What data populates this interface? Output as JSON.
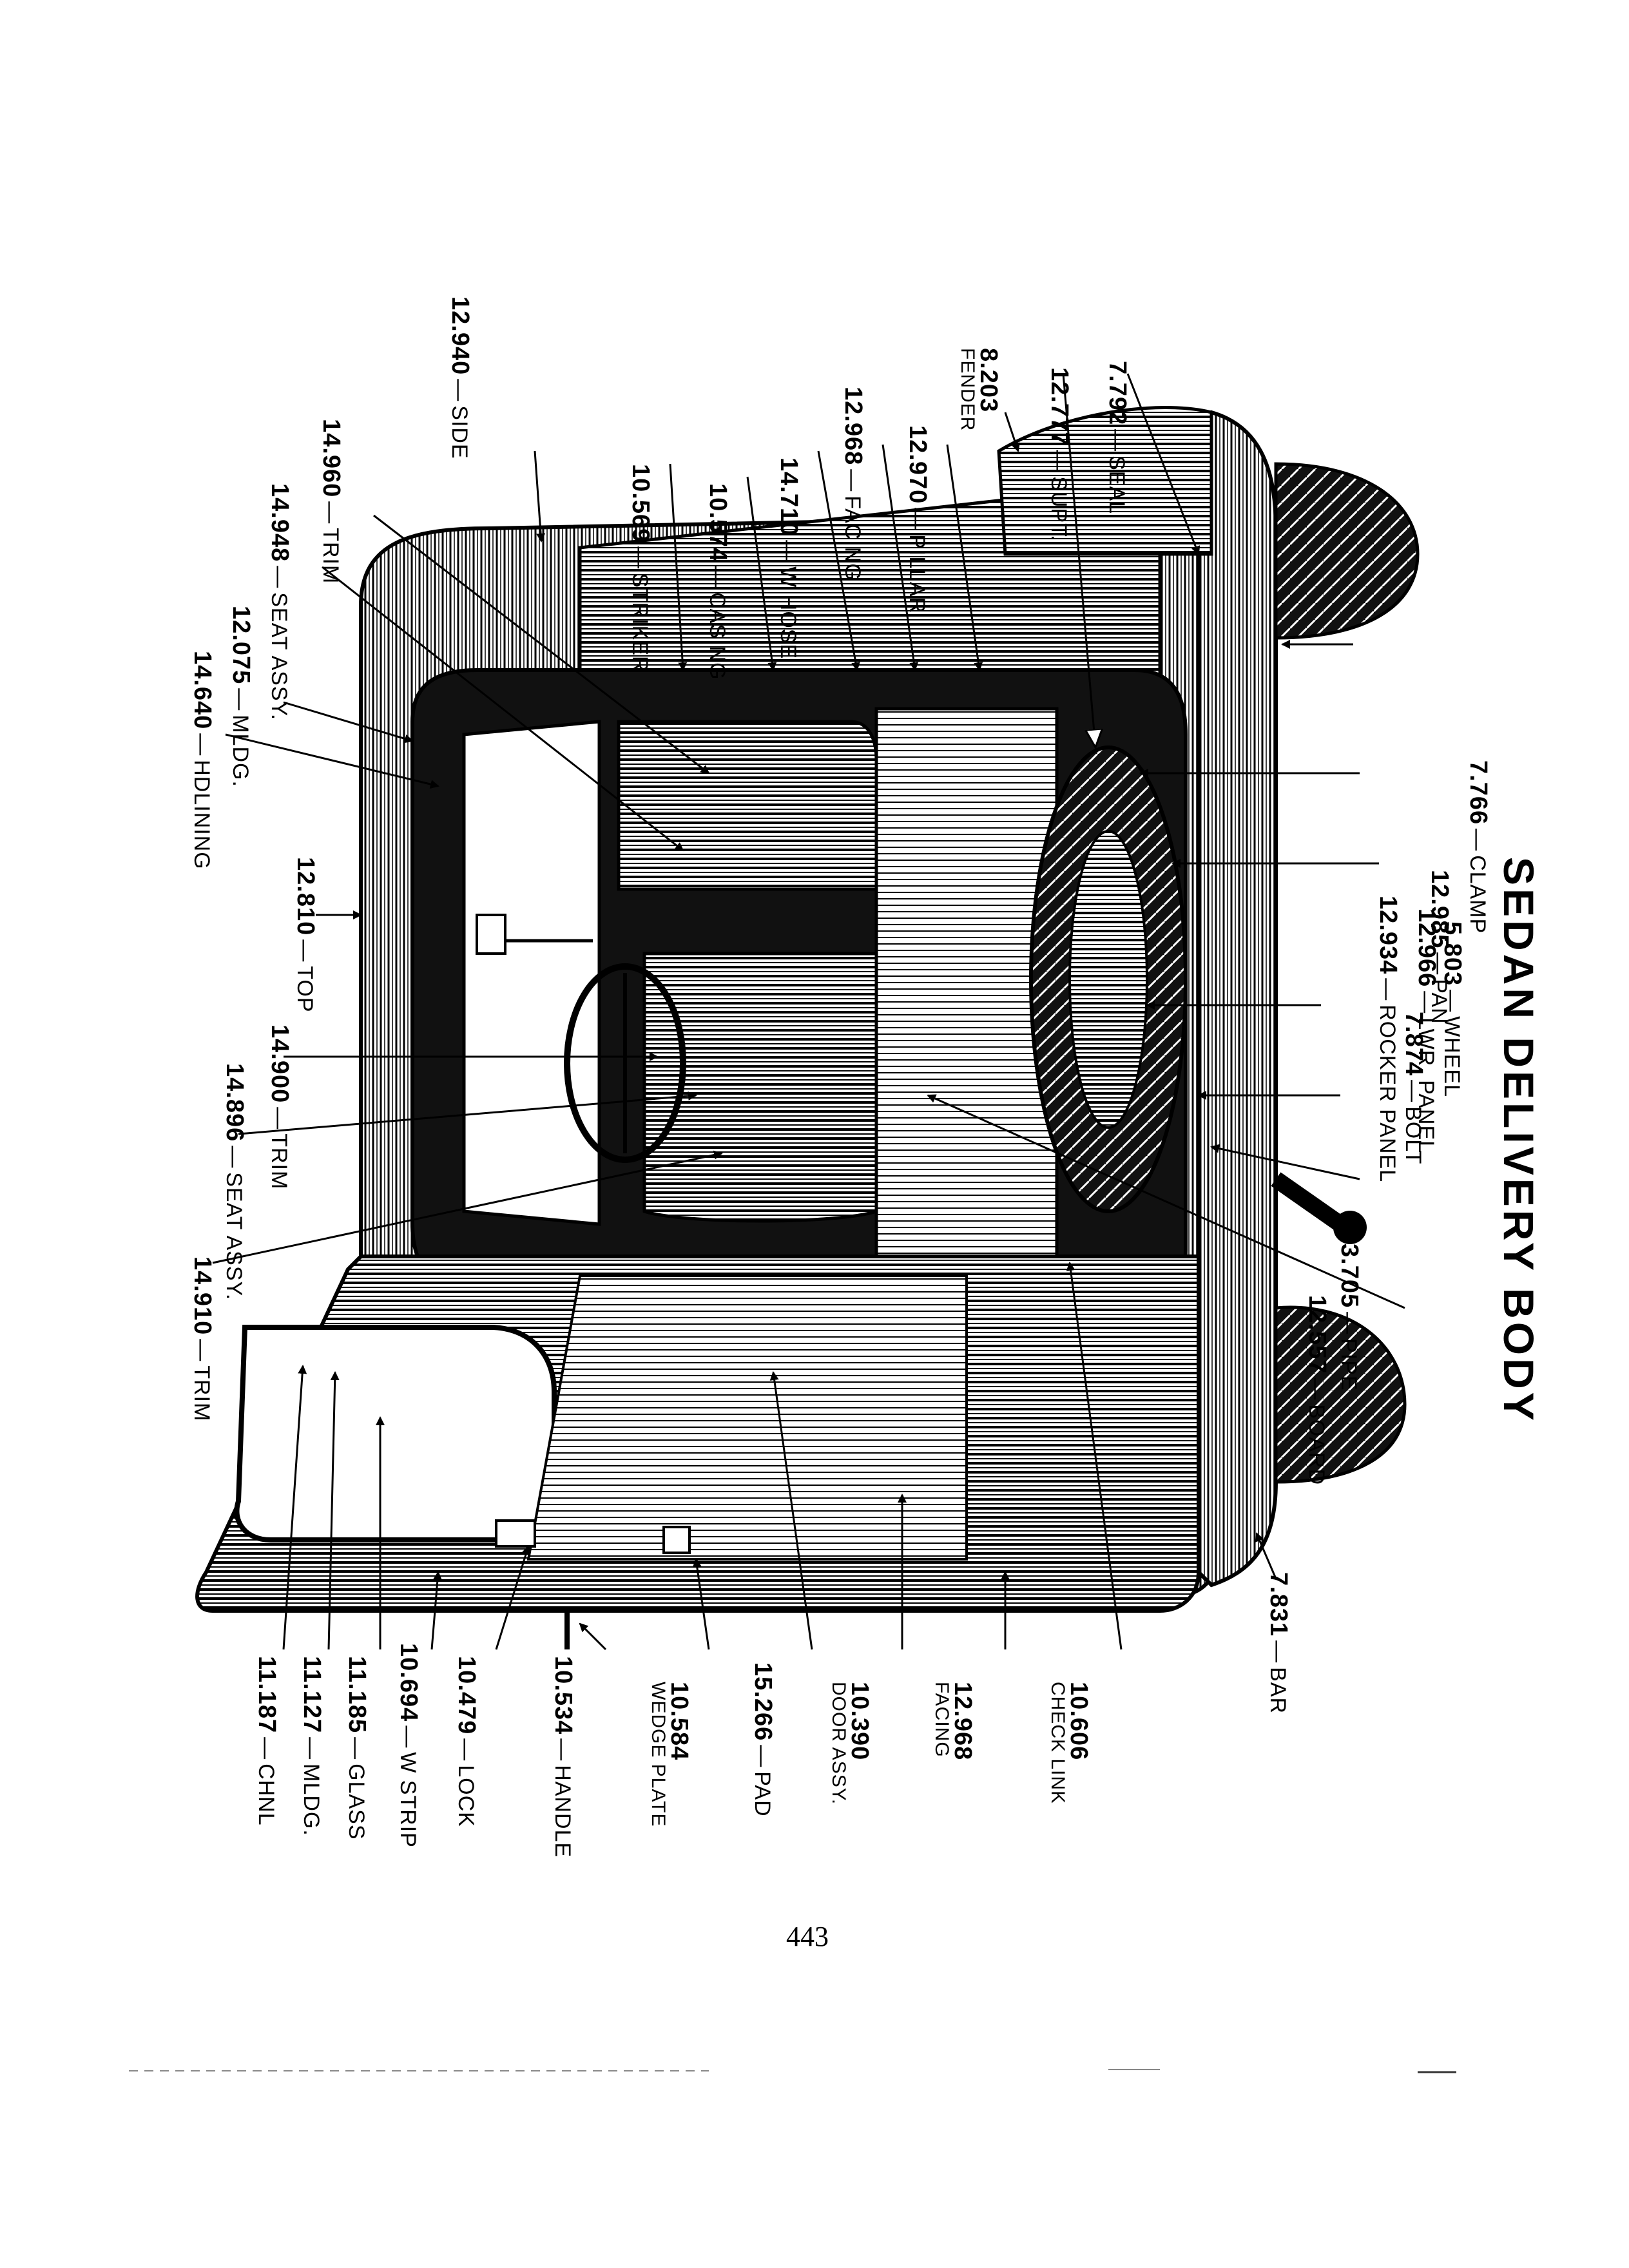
{
  "title": "SEDAN DELIVERY BODY",
  "page_number": "443",
  "labels": {
    "side": {
      "num": "12.940",
      "name": "SIDE"
    },
    "striker": {
      "num": "10.569",
      "name": "STRIKER"
    },
    "casing": {
      "num": "10.574",
      "name": "CASING"
    },
    "w_hose": {
      "num": "14.710",
      "name": "W HOSE"
    },
    "facing_top": {
      "num": "12.968",
      "name": "FACING"
    },
    "pillar": {
      "num": "12.970",
      "name": "PILLAR"
    },
    "fender": {
      "num": "8.203",
      "name": "FENDER"
    },
    "supt": {
      "num": "12.777",
      "name": "SUPT."
    },
    "seal": {
      "num": "7.792",
      "name": "SEAL"
    },
    "trim_top": {
      "num": "14.960",
      "name": "TRIM"
    },
    "seat_assy_top": {
      "num": "14.948",
      "name": "SEAT ASSY."
    },
    "mldg_top": {
      "num": "12.075",
      "name": "MLDG."
    },
    "hdlining": {
      "num": "14.640",
      "name": "HDLINING"
    },
    "top": {
      "num": "12.810",
      "name": "TOP"
    },
    "trim_mid": {
      "num": "14.900",
      "name": "TRIM"
    },
    "seat_assy_mid": {
      "num": "14.896",
      "name": "SEAT ASSY."
    },
    "trim_left": {
      "num": "14.910",
      "name": "TRIM"
    },
    "bolt": {
      "num": "7.874",
      "name": "BOLT"
    },
    "pan": {
      "num": "12.985",
      "name": "PAN"
    },
    "clamp": {
      "num": "7.766",
      "name": "CLAMP"
    },
    "wheel": {
      "num": "5.803",
      "name": "WHEEL"
    },
    "lwr_panel": {
      "num": "12.966",
      "name": "LWR. PANEL"
    },
    "rocker_panel": {
      "num": "12.934",
      "name": "ROCKER PANEL"
    },
    "pipe": {
      "num": "3.705",
      "name": "PIPE"
    },
    "board": {
      "num": "12.557",
      "name": "BOARD"
    },
    "bar": {
      "num": "7.831",
      "name": "BAR"
    },
    "chnl": {
      "num": "11.187",
      "name": "CHNL"
    },
    "mldg_door": {
      "num": "11.127",
      "name": "MLDG."
    },
    "glass": {
      "num": "11.185",
      "name": "GLASS"
    },
    "w_strip": {
      "num": "10.694",
      "name": "W STRIP"
    },
    "lock": {
      "num": "10.479",
      "name": "LOCK"
    },
    "handle": {
      "num": "10.534",
      "name": "HANDLE"
    },
    "wedge_plate": {
      "num": "10.584",
      "name": "WEDGE PLATE"
    },
    "pad": {
      "num": "15.266",
      "name": "PAD"
    },
    "door_assy": {
      "num": "10.390",
      "name": "DOOR ASSY."
    },
    "facing_door": {
      "num": "12.968",
      "name": "FACING"
    },
    "check_link": {
      "num": "10.606",
      "name": "CHECK LINK"
    }
  }
}
